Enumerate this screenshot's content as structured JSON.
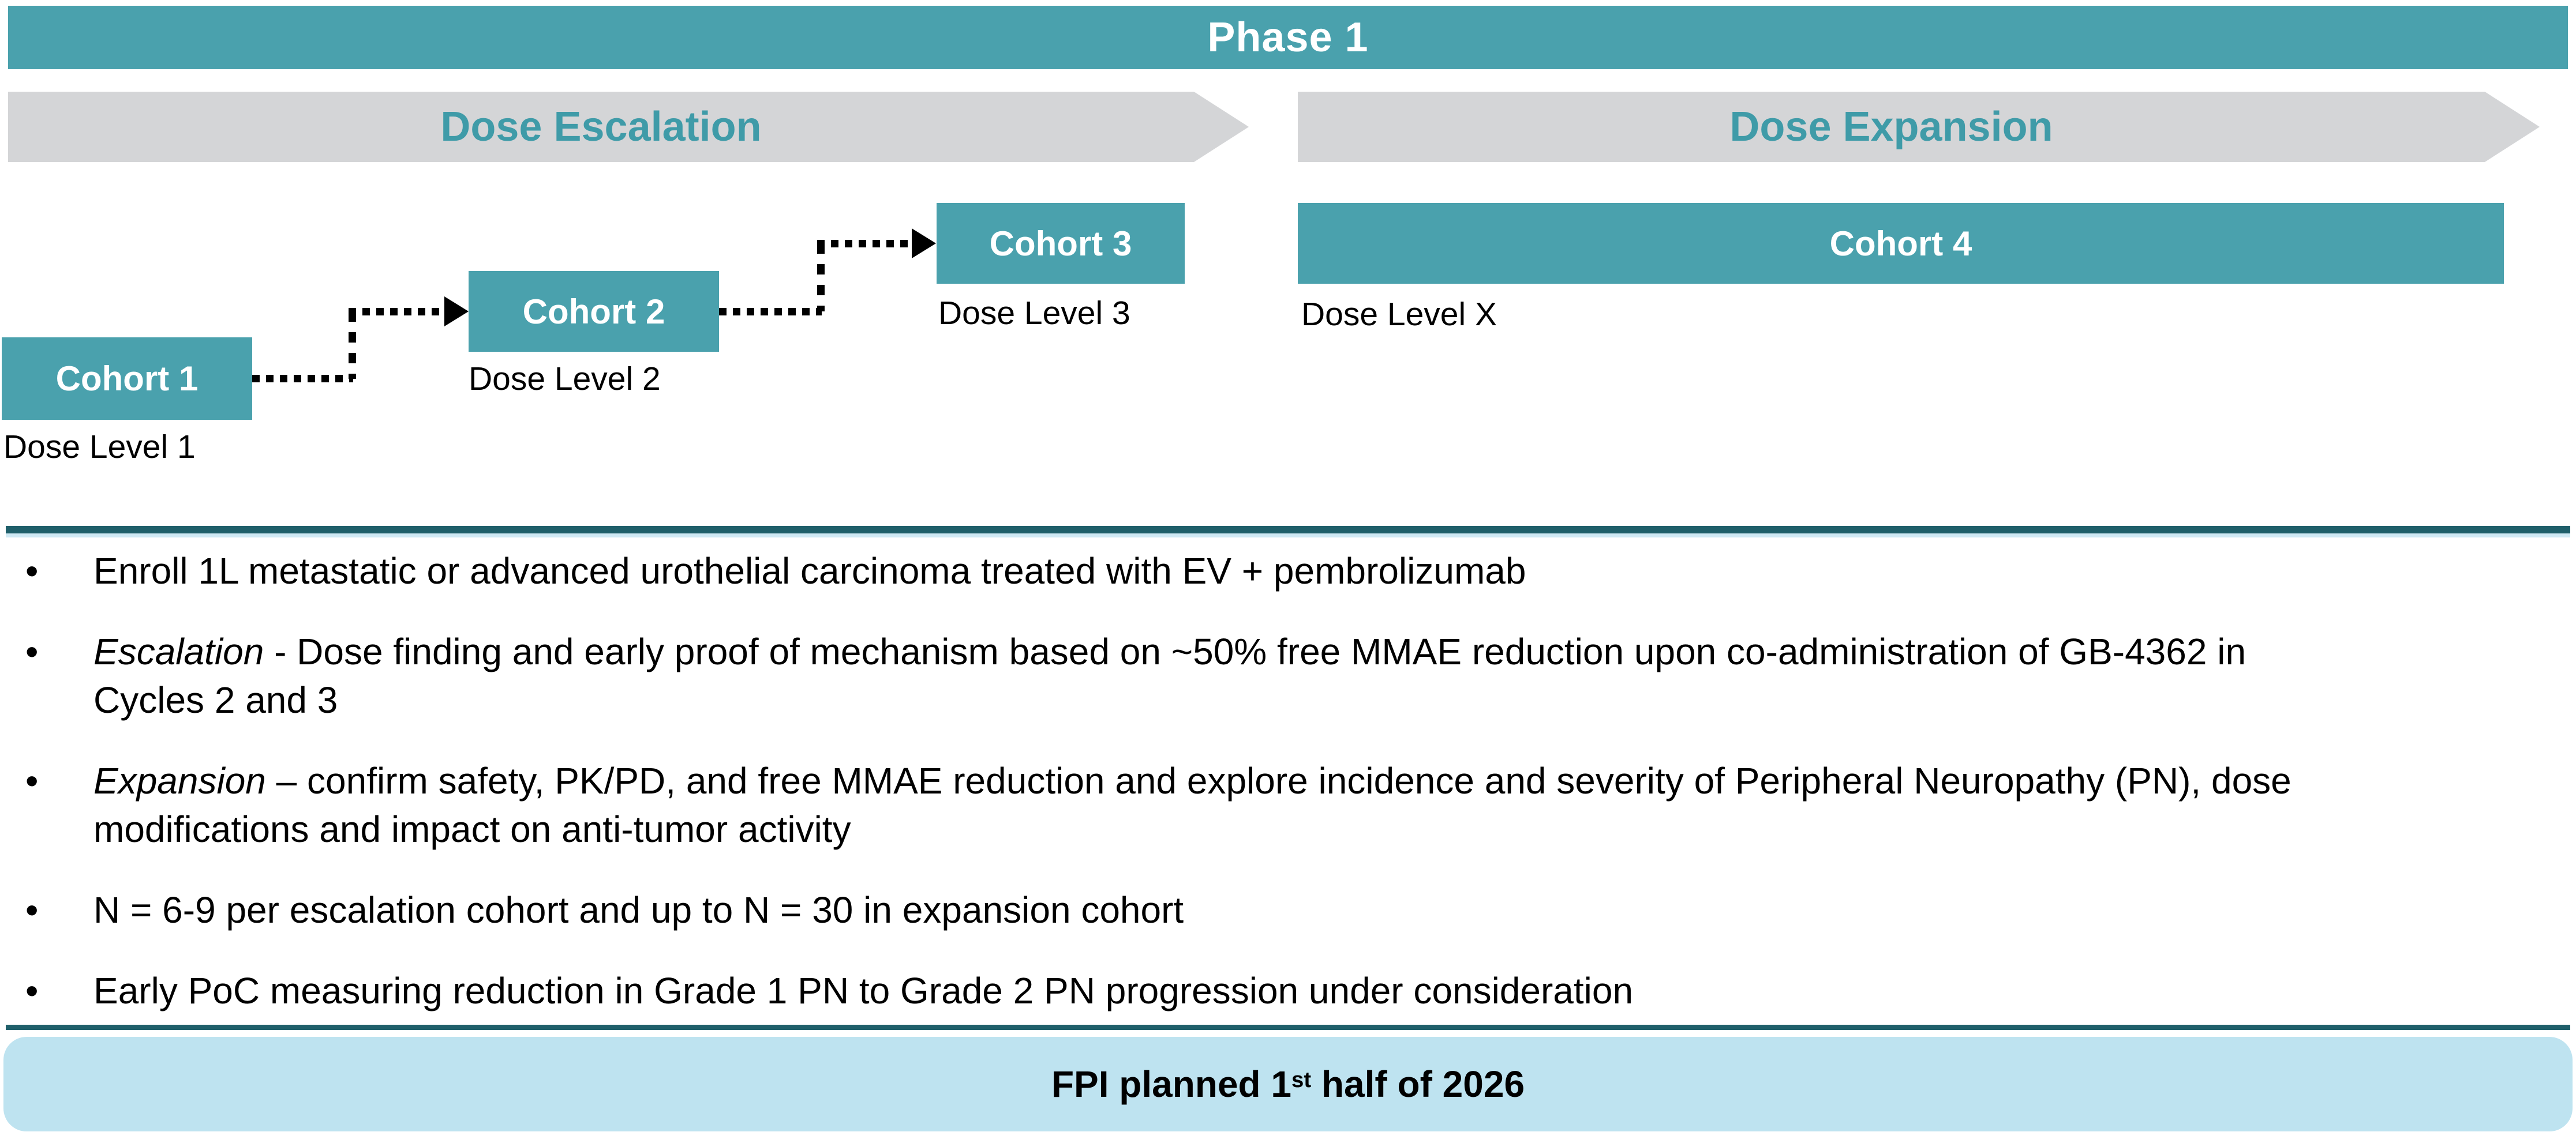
{
  "colors": {
    "teal": "#4AA1AD",
    "teal_text": "#3F9BA8",
    "gray_chevron": "#D4D5D7",
    "dark_teal_line": "#1F5F6A",
    "light_blue_edge": "#CFE9F4",
    "light_blue_banner": "#BEE3F0",
    "arrow_black": "#000000"
  },
  "phase": {
    "title": "Phase 1"
  },
  "stages": [
    {
      "label": "Dose Escalation"
    },
    {
      "label": "Dose Expansion"
    }
  ],
  "cohorts": [
    {
      "label": "Cohort 1",
      "dose": "Dose Level 1"
    },
    {
      "label": "Cohort 2",
      "dose": "Dose Level 2"
    },
    {
      "label": "Cohort 3",
      "dose": "Dose Level 3"
    },
    {
      "label": "Cohort 4",
      "dose": "Dose Level X"
    }
  ],
  "bullets": [
    {
      "marker": "•",
      "lead": "",
      "text": "Enroll 1L metastatic or advanced urothelial carcinoma treated with EV + pembrolizumab",
      "line2": ""
    },
    {
      "marker": "•",
      "lead": "Escalation",
      "text": " - Dose finding and early proof of mechanism based on ~50% free MMAE reduction upon co-administration of GB-4362 in",
      "line2": "Cycles 2 and 3"
    },
    {
      "marker": "•",
      "lead": "Expansion",
      "text": " – confirm safety, PK/PD, and free MMAE reduction and explore incidence and severity of Peripheral Neuropathy (PN), dose",
      "line2": "modifications and impact on anti-tumor activity"
    },
    {
      "marker": "•",
      "lead": "",
      "text": "N = 6-9 per escalation cohort and up to N = 30 in expansion cohort",
      "line2": ""
    },
    {
      "marker": "•",
      "lead": "",
      "text": "Early PoC measuring reduction in Grade 1 PN to Grade 2 PN progression under consideration",
      "line2": ""
    }
  ],
  "footer": {
    "pre": "FPI planned 1",
    "sup": "st",
    "post": " half of 2026"
  }
}
